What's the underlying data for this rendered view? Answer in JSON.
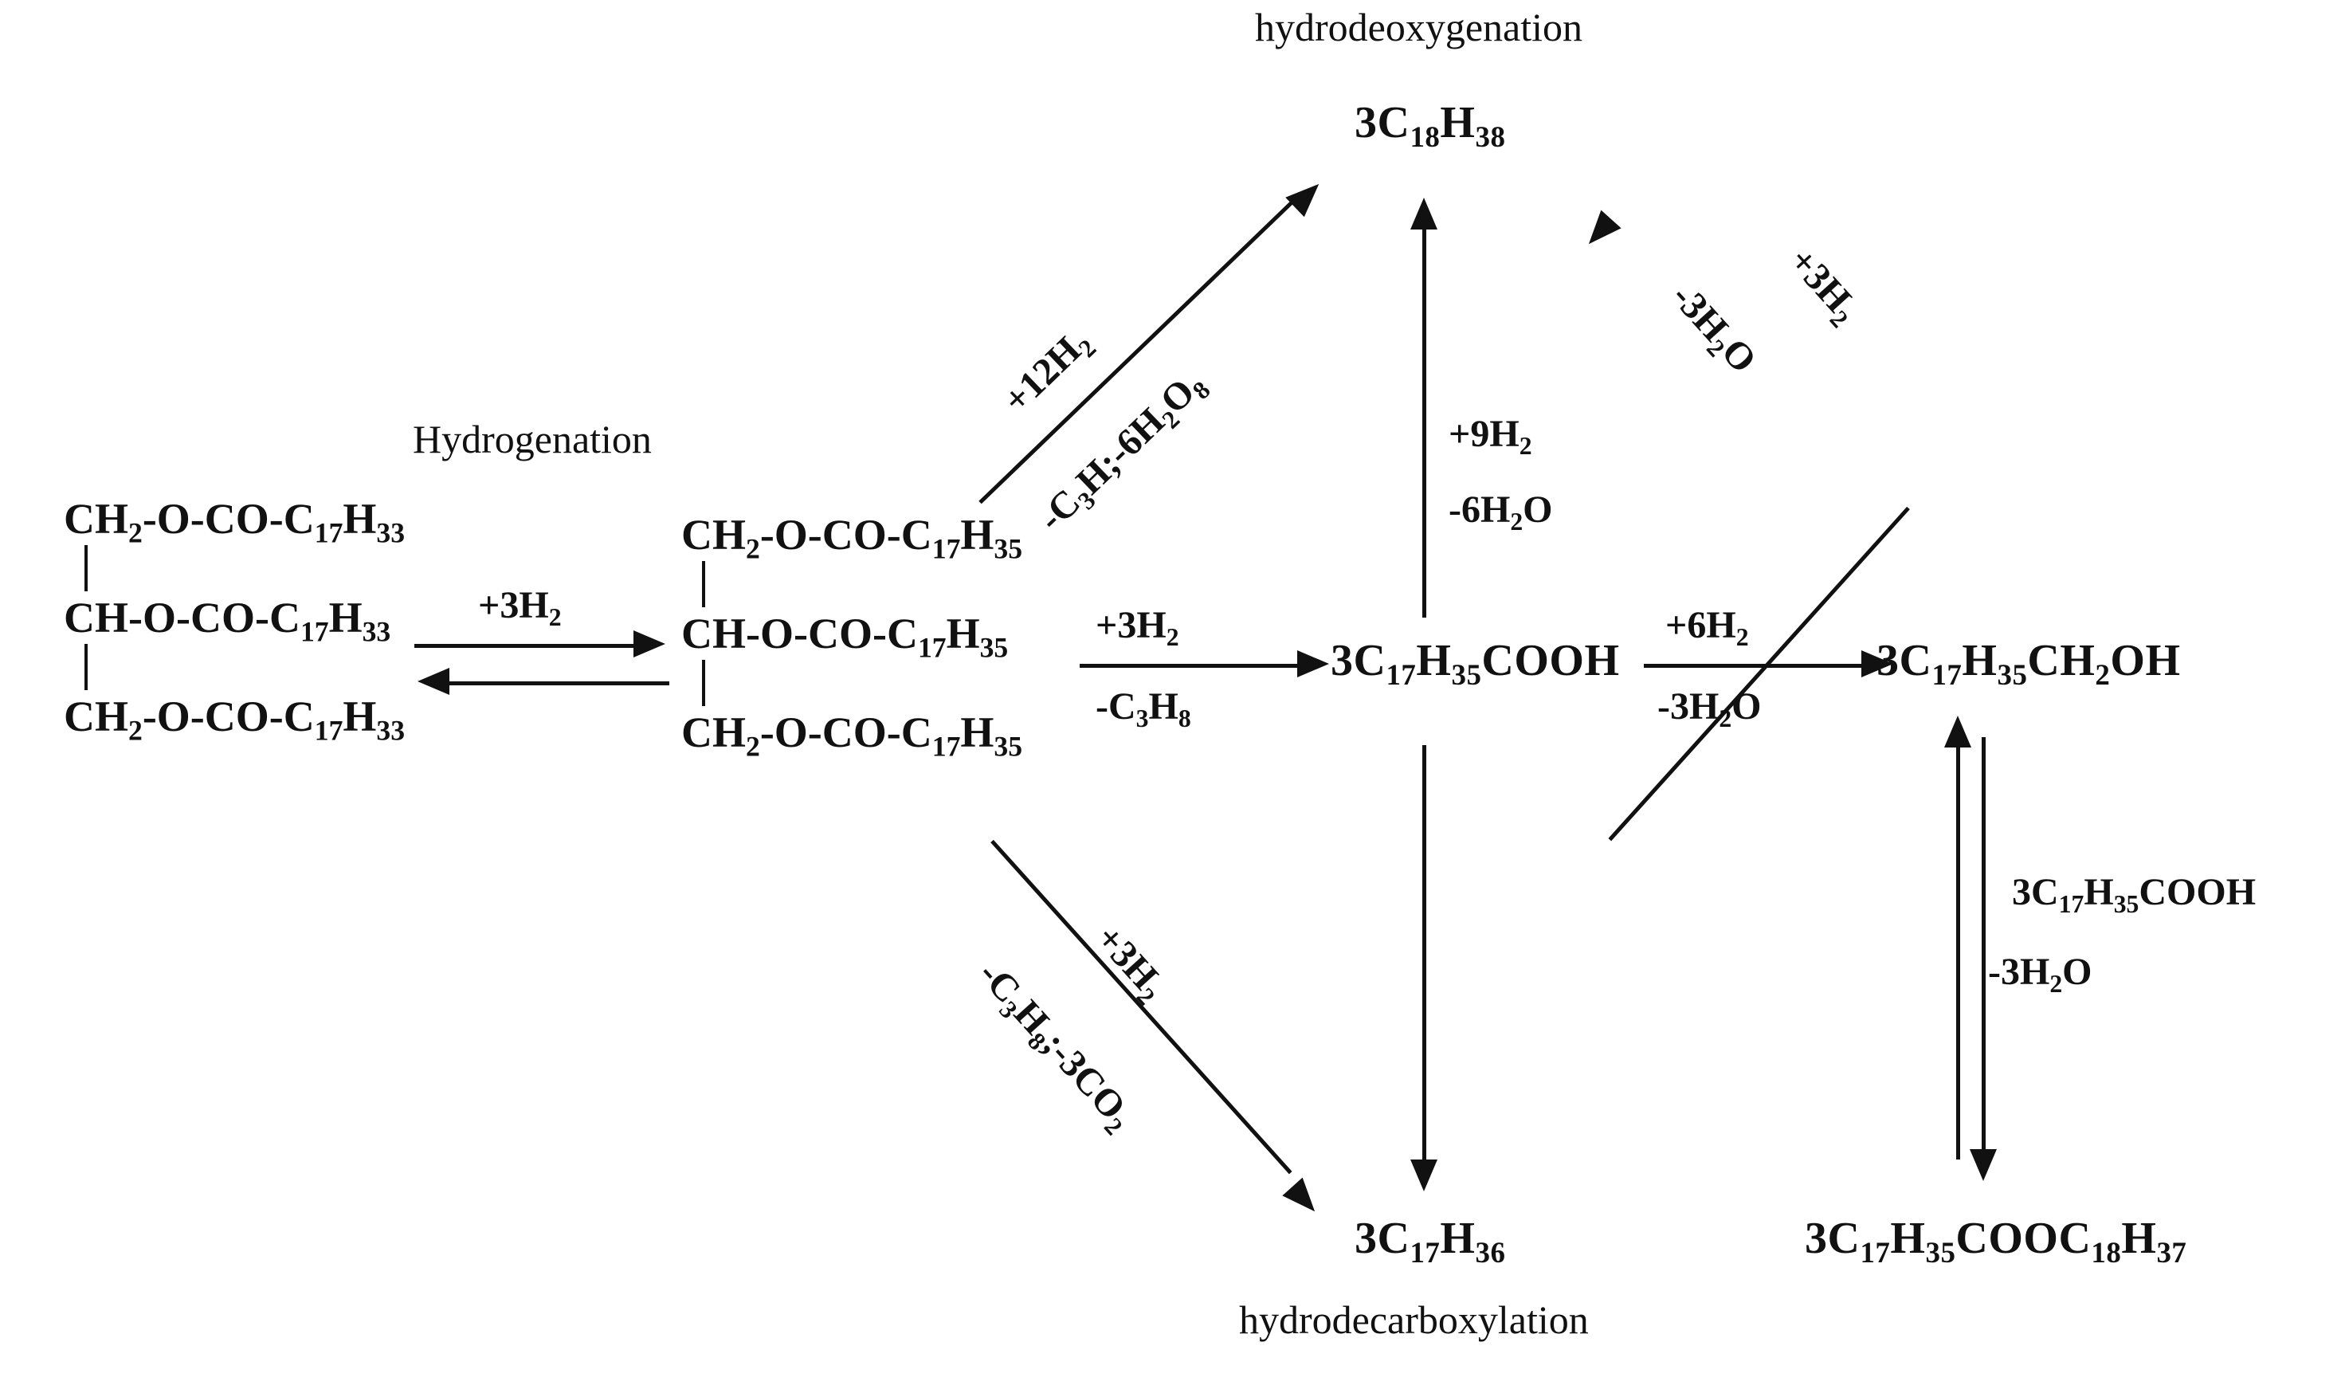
{
  "diagram": {
    "title_top": "hydrodeoxygenation",
    "title_bottom": "hydrodecarboxylation",
    "title_left": "Hydrogenation"
  },
  "species": {
    "triolein": {
      "row1_a": "CH",
      "row1_sub": "2",
      "row1_b": "-O-CO-C",
      "row1_sub2": "17",
      "row1_c": "H",
      "row1_sub3": "33",
      "row2_a": "CH-O-CO-C",
      "row2_sub": "17",
      "row2_b": "H",
      "row2_sub2": "33",
      "row3_a": "CH",
      "row3_sub": "2",
      "row3_b": "-O-CO-C",
      "row3_sub2": "17",
      "row3_c": "H",
      "row3_sub3": "33"
    },
    "tristearin": {
      "row1_a": "CH",
      "row1_sub": "2",
      "row1_b": "-O-CO-C",
      "row1_sub2": "17",
      "row1_c": "H",
      "row1_sub3": "35",
      "row2_a": "CH-O-CO-C",
      "row2_sub": "17",
      "row2_b": "H",
      "row2_sub2": "35",
      "row3_a": "CH",
      "row3_sub": "2",
      "row3_b": "-O-CO-C",
      "row3_sub2": "17",
      "row3_c": "H",
      "row3_sub3": "35"
    },
    "octadecane": {
      "a": "3C",
      "s1": "18",
      "b": "H",
      "s2": "38"
    },
    "heptadecane": {
      "a": "3C",
      "s1": "17",
      "b": "H",
      "s2": "36"
    },
    "stearic_acid": {
      "a": "3C",
      "s1": "17",
      "b": "H",
      "s2": "35",
      "c": "COOH"
    },
    "stearyl_alcohol": {
      "a": "3C",
      "s1": "17",
      "b": "H",
      "s2": "35",
      "c": "CH",
      "s3": "2",
      "d": "OH"
    },
    "stearyl_stearate": {
      "a": "3C",
      "s1": "17",
      "b": "H",
      "s2": "35",
      "c": "COOC",
      "s3": "18",
      "d": "H",
      "s4": "37"
    }
  },
  "reactions": {
    "hydrogenation": {
      "above_a": "+3H",
      "above_sub": "2"
    },
    "hdo_diagonal": {
      "above_a": "+12H",
      "above_sub": "2",
      "below_a": "-C",
      "below_sub1": "3",
      "below_b": "H",
      "below_c": ";-6H",
      "below_sub2": "2",
      "below_d": "O",
      "below_sub3": "8"
    },
    "hdo_vertical": {
      "above_a": "+9H",
      "above_sub": "2",
      "below_a": "-6H",
      "below_sub": "2",
      "below_b": "O"
    },
    "hdo_from_alcohol": {
      "above_a": "+3H",
      "above_sub": "2",
      "below_a": "-3H",
      "below_sub": "2",
      "below_b": "O"
    },
    "deoxygenation": {
      "above_a": "+3H",
      "above_sub": "2",
      "below_a": "-C",
      "below_sub1": "3",
      "below_b": "H",
      "below_sub2": "8",
      "below_c": ";-3CO",
      "below_sub3": "2"
    },
    "hydrolysis": {
      "above_a": "+3H",
      "above_sub": "2",
      "below_a": "-C",
      "below_sub": "3",
      "below_b": "H",
      "below_sub2": "8"
    },
    "acid_to_alcohol": {
      "above_a": "+6H",
      "above_sub": "2",
      "below_a": "-3H",
      "below_sub": "2",
      "below_b": "O"
    },
    "decarboxylation_down": {},
    "esterification": {
      "label1_a": "3C",
      "label1_s1": "17",
      "label1_b": "H",
      "label1_s2": "35",
      "label1_c": "COOH",
      "label2_a": "-3H",
      "label2_sub": "2",
      "label2_b": "O"
    }
  },
  "colors": {
    "ink": "#111111",
    "background": "#ffffff"
  }
}
